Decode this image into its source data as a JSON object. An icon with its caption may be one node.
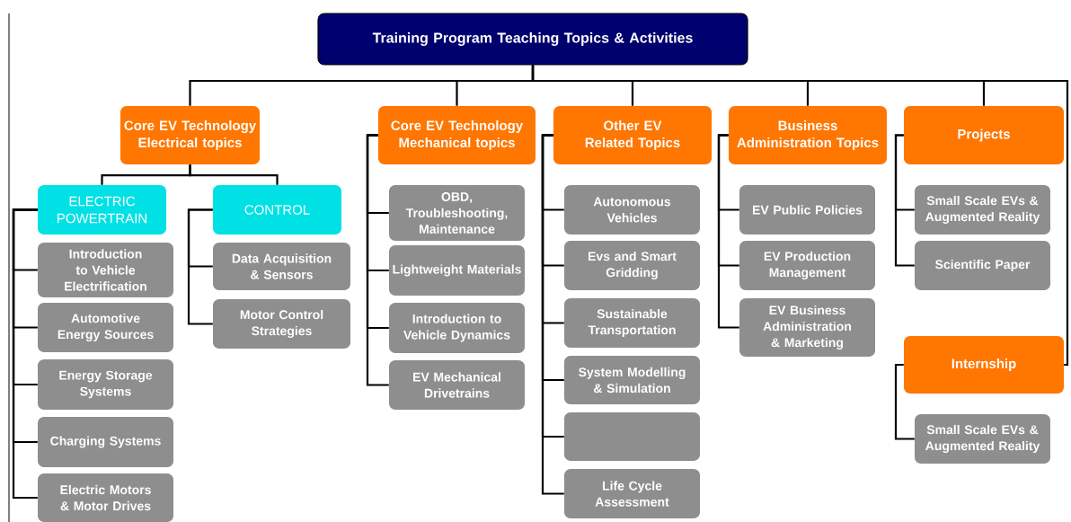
{
  "diagram": {
    "nodes": [
      {
        "text": [
          "Training Program Teaching Topics & Activities"
        ]
      },
      {
        "text": [
          "Core EV Technology Electrical topics"
        ]
      },
      {
        "text": [
          "Core EV Technology Mechanical topics"
        ]
      },
      {
        "text": [
          "Other EV Related Topics"
        ]
      },
      {
        "text": [
          "Business Administration Topics"
        ]
      },
      {
        "text": [
          "Projects"
        ]
      },
      {
        "text": [
          "ELECTRIC POWERTRAIN"
        ]
      },
      {
        "text": [
          "CONTROL"
        ]
      },
      {
        "text": [
          "Introduction to Vehicle Electrification"
        ]
      },
      {
        "text": [
          "Automotive Energy Sources"
        ]
      },
      {
        "text": [
          "Energy Storage Systems"
        ]
      },
      {
        "text": [
          "Charging Systems"
        ]
      },
      {
        "text": [
          "Electric Motors & Motor Drives"
        ]
      },
      {
        "text": [
          "Data Acquisition & Sensors"
        ]
      },
      {
        "text": [
          "Motor Control Strategies"
        ]
      },
      {
        "text": [
          "OBD, Troubleshooting, Maintenance"
        ]
      },
      {
        "text": [
          "Lightweight Materials"
        ]
      },
      {
        "text": [
          "Introduction to Vehicle Dynamics"
        ]
      },
      {
        "text": [
          "EV Mechanical Drivetrains"
        ]
      },
      {
        "text": [
          "Autonomous Vehicles"
        ]
      },
      {
        "text": [
          "Evs and Smart Gridding"
        ]
      },
      {
        "text": [
          "Sustainable Transportation"
        ]
      },
      {
        "text": [
          "System Modelling & Simulation"
        ]
      },
      {
        "text": [],
        "shape": "box"
      },
      {
        "text": [
          "Life Cycle Assessment"
        ]
      },
      {
        "text": [
          "EV Public Policies"
        ]
      },
      {
        "text": [
          "EV Production Management"
        ]
      },
      {
        "text": [
          "EV Business Administration & Marketing"
        ]
      },
      {
        "text": [
          "Small Scale EVs & Augmented Reality"
        ]
      },
      {
        "text": [
          "Scientific Paper"
        ]
      },
      {
        "text": [
          "Internship"
        ]
      },
      {
        "text": [
          "Small Scale EVs & Augmented Reality"
        ]
      }
    ],
    "edges": [
      {
        "from": 0,
        "to": 1,
        "arrow": "none"
      },
      {
        "from": 0,
        "to": 2,
        "arrow": "none"
      },
      {
        "from": 0,
        "to": 3,
        "arrow": "none"
      },
      {
        "from": 0,
        "to": 4,
        "arrow": "none"
      },
      {
        "from": 0,
        "to": 5,
        "arrow": "none"
      },
      {
        "from": 0,
        "to": 30,
        "arrow": "none"
      },
      {
        "from": 1,
        "to": 6,
        "arrow": "none"
      },
      {
        "from": 1,
        "to": 7,
        "arrow": "none"
      },
      {
        "from": 6,
        "to": 8,
        "arrow": "none"
      },
      {
        "from": 6,
        "to": 9,
        "arrow": "none"
      },
      {
        "from": 6,
        "to": 10,
        "arrow": "none"
      },
      {
        "from": 6,
        "to": 11,
        "arrow": "none"
      },
      {
        "from": 6,
        "to": 12,
        "arrow": "none"
      },
      {
        "from": 7,
        "to": 13,
        "arrow": "none"
      },
      {
        "from": 7,
        "to": 14,
        "arrow": "none"
      },
      {
        "from": 2,
        "to": 15,
        "arrow": "none"
      },
      {
        "from": 2,
        "to": 16,
        "arrow": "none"
      },
      {
        "from": 2,
        "to": 17,
        "arrow": "none"
      },
      {
        "from": 2,
        "to": 18,
        "arrow": "none"
      },
      {
        "from": 3,
        "to": 19,
        "arrow": "none"
      },
      {
        "from": 3,
        "to": 20,
        "arrow": "none"
      },
      {
        "from": 3,
        "to": 21,
        "arrow": "none"
      },
      {
        "from": 3,
        "to": 22,
        "arrow": "none"
      },
      {
        "from": 3,
        "to": 23,
        "arrow": "none"
      },
      {
        "from": 3,
        "to": 24,
        "arrow": "none"
      },
      {
        "from": 4,
        "to": 25,
        "arrow": "none"
      },
      {
        "from": 4,
        "to": 26,
        "arrow": "none"
      },
      {
        "from": 4,
        "to": 27,
        "arrow": "none"
      },
      {
        "from": 5,
        "to": 28,
        "arrow": "none"
      },
      {
        "from": 5,
        "to": 29,
        "arrow": "none"
      },
      {
        "from": 30,
        "to": 31,
        "arrow": "none"
      }
    ]
  }
}
